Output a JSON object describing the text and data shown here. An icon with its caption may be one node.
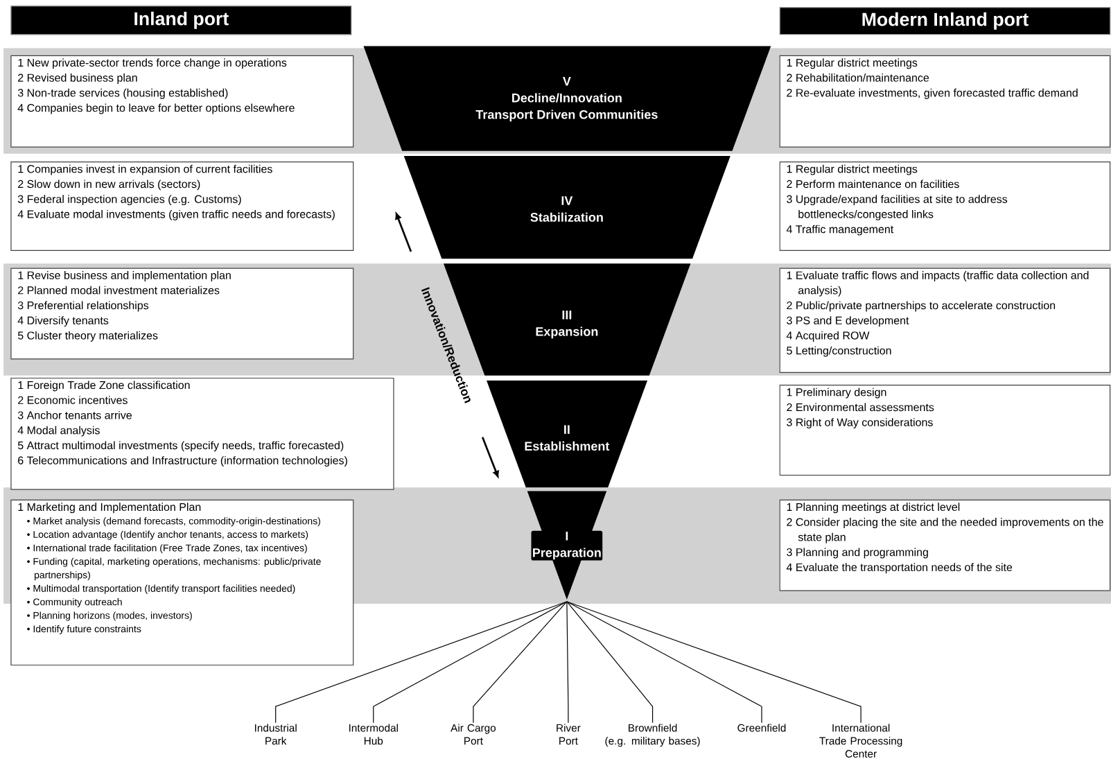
{
  "diagram": {
    "nodes": [
      {
        "text": [
          "Inland port"
        ]
      },
      {
        "text": [
          "Modern Inland port"
        ]
      },
      {
        "text": [
          "1 New private-sector trends force change in operations",
          "2 Revised business plan",
          "3 Non-trade services (housing established)",
          "4 Companies begin to leave for better options elsewhere"
        ]
      },
      {
        "text": [
          "V",
          "Decline/Innovation",
          "Transport Driven Communities"
        ]
      },
      {
        "text": [
          "1 Regular district meetings",
          "2 Rehabilitation/maintenance",
          "2 Re-evaluate investments, given forecasted traffic demand"
        ]
      },
      {
        "text": [
          "1 Companies invest in expansion of current facilities",
          "2 Slow down in new arrivals (sectors)",
          "3 Federal inspection agencies (e.g. Customs)",
          "4 Evaluate modal investments (given traffic needs and forecasts)"
        ]
      },
      {
        "text": [
          "IV",
          "Stabilization"
        ]
      },
      {
        "text": [
          "1 Regular district meetings",
          "2 Perform maintenance on facilities",
          "3 Upgrade/expand facilities at site to address bottlenecks/congested links",
          "4 Traffic management"
        ]
      },
      {
        "text": [
          "1 Revise business and implementation plan",
          "2 Planned modal investment materializes",
          "3 Preferential relationships",
          "4 Diversify tenants",
          "5 Cluster theory materializes"
        ]
      },
      {
        "text": [
          "III",
          "Expansion"
        ]
      },
      {
        "text": [
          "1 Evaluate traffic flows and impacts (traffic data collection and analysis)",
          "2 Public/private partnerships to accelerate construction",
          "3 PS and E development",
          "4 Acquired ROW",
          "5 Letting/construction"
        ]
      },
      {
        "text": [
          "1 Foreign Trade Zone classification",
          "2 Economic incentives",
          "3 Anchor tenants arrive",
          "4 Modal analysis",
          "5 Attract multimodal investments (specify needs, traffic forecasted)",
          "6 Telecommunications and Infrastructure (information technologies)"
        ]
      },
      {
        "text": [
          "II",
          "Establishment"
        ]
      },
      {
        "text": [
          "1 Preliminary design",
          "2 Environmental assessments",
          "3 Right of Way considerations"
        ]
      },
      {
        "text": [
          "1 Marketing and Implementation Plan",
          "• Market analysis (demand forecasts, commodity-origin-destinations)",
          "• Location advantage (Identify anchor tenants, access to markets)",
          "• International trade facilitation (Free Trade Zones, tax incentives)",
          "• Funding (capital, marketing operations, mechanisms: public/private partnerships)",
          "• Multimodal transportation (Identify transport facilities needed)",
          "• Community outreach",
          "• Planning horizons (modes, investors)",
          "• Identify future constraints"
        ]
      },
      {
        "text": [
          "I",
          "Preparation"
        ]
      },
      {
        "text": [
          "1 Planning meetings at district level",
          "2 Consider placing the site and the needed improvements on the state plan",
          "3 Planning and programming",
          "4 Evaluate the transportation needs of the site"
        ]
      },
      {
        "text": [
          "Industrial Park"
        ]
      },
      {
        "text": [
          "Intermodal Hub"
        ]
      },
      {
        "text": [
          "Air Cargo Port"
        ]
      },
      {
        "text": [
          "River Port"
        ]
      },
      {
        "text": [
          "Brownfield",
          "(e.g. military bases)"
        ]
      },
      {
        "text": [
          "Greenfield"
        ]
      },
      {
        "text": [
          "International Trade Processing Center"
        ]
      }
    ],
    "edges": [
      {
        "from": 15,
        "to": 17,
        "arrow": "none"
      },
      {
        "from": 15,
        "to": 18,
        "arrow": "none"
      },
      {
        "from": 15,
        "to": 19,
        "arrow": "none"
      },
      {
        "from": 15,
        "to": 20,
        "arrow": "none"
      },
      {
        "from": 15,
        "to": 21,
        "arrow": "none"
      },
      {
        "from": 15,
        "to": 22,
        "arrow": "none"
      },
      {
        "from": 15,
        "to": 23,
        "arrow": "none"
      }
    ],
    "labels": [
      "Innovation/Reduction"
    ]
  }
}
